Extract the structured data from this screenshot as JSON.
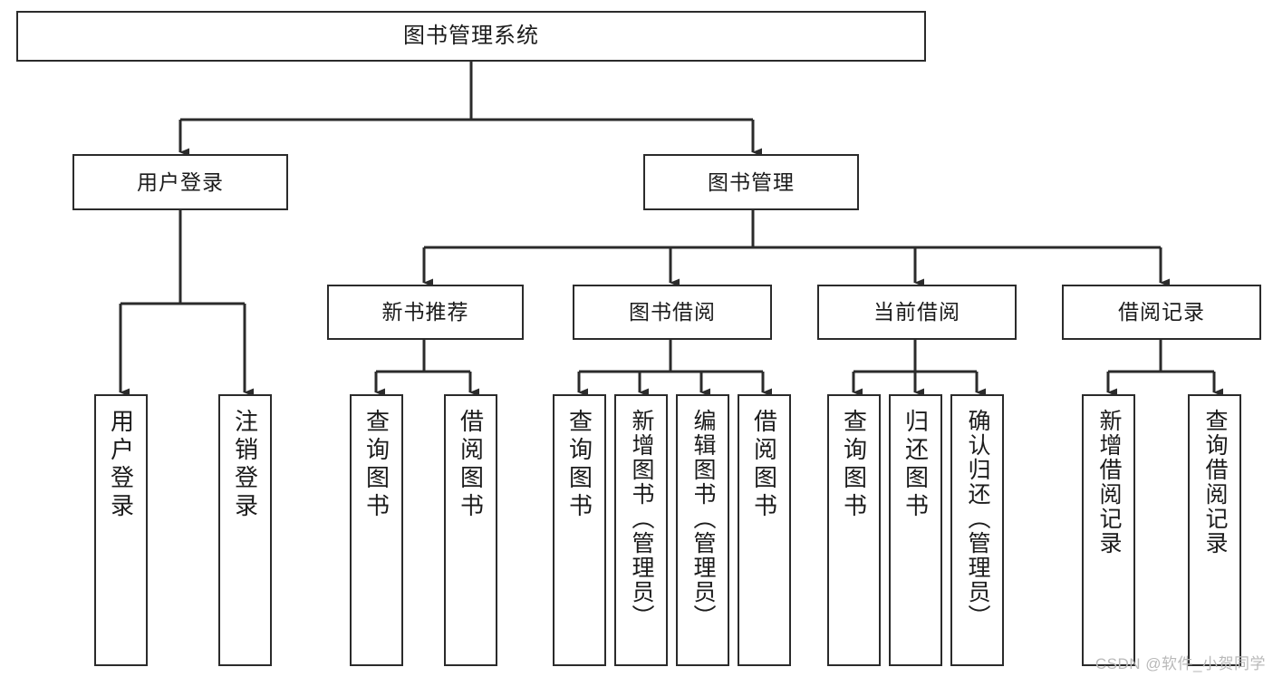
{
  "diagram": {
    "title": "图书管理系统",
    "type": "tree-hierarchy-chart",
    "root": {
      "id": "root",
      "label": "图书管理系统"
    },
    "level2": [
      {
        "id": "user-login",
        "label": "用户登录"
      },
      {
        "id": "book-manage",
        "label": "图书管理"
      }
    ],
    "level3": [
      {
        "id": "new-book-rec",
        "label": "新书推荐"
      },
      {
        "id": "book-borrow",
        "label": "图书借阅"
      },
      {
        "id": "current-borrow",
        "label": "当前借阅"
      },
      {
        "id": "borrow-record",
        "label": "借阅记录"
      }
    ],
    "leaves": [
      {
        "id": "leaf-user-login",
        "label": "用户登录",
        "parent": "user-login"
      },
      {
        "id": "leaf-logout",
        "label": "注销登录",
        "parent": "user-login"
      },
      {
        "id": "leaf-query-book-1",
        "label": "查询图书",
        "parent": "new-book-rec"
      },
      {
        "id": "leaf-borrow-book-1",
        "label": "借阅图书",
        "parent": "new-book-rec"
      },
      {
        "id": "leaf-query-book-2",
        "label": "查询图书",
        "parent": "book-borrow"
      },
      {
        "id": "leaf-add-book",
        "label": "新增图书（管理员）",
        "parent": "book-borrow"
      },
      {
        "id": "leaf-edit-book",
        "label": "编辑图书（管理员）",
        "parent": "book-borrow"
      },
      {
        "id": "leaf-borrow-book-2",
        "label": "借阅图书",
        "parent": "book-borrow"
      },
      {
        "id": "leaf-query-book-3",
        "label": "查询图书",
        "parent": "current-borrow"
      },
      {
        "id": "leaf-return-book",
        "label": "归还图书",
        "parent": "current-borrow"
      },
      {
        "id": "leaf-confirm-return",
        "label": "确认归还（管理员）",
        "parent": "current-borrow"
      },
      {
        "id": "leaf-add-record",
        "label": "新增借阅记录",
        "parent": "borrow-record"
      },
      {
        "id": "leaf-query-record",
        "label": "查询借阅记录",
        "parent": "borrow-record"
      }
    ],
    "watermark": "CSDN @软件_小贺同学",
    "colors": {
      "stroke": "#2b2b2b",
      "background": "#ffffff",
      "text": "#1b1b1b",
      "watermark": "#b9b9b9"
    }
  }
}
